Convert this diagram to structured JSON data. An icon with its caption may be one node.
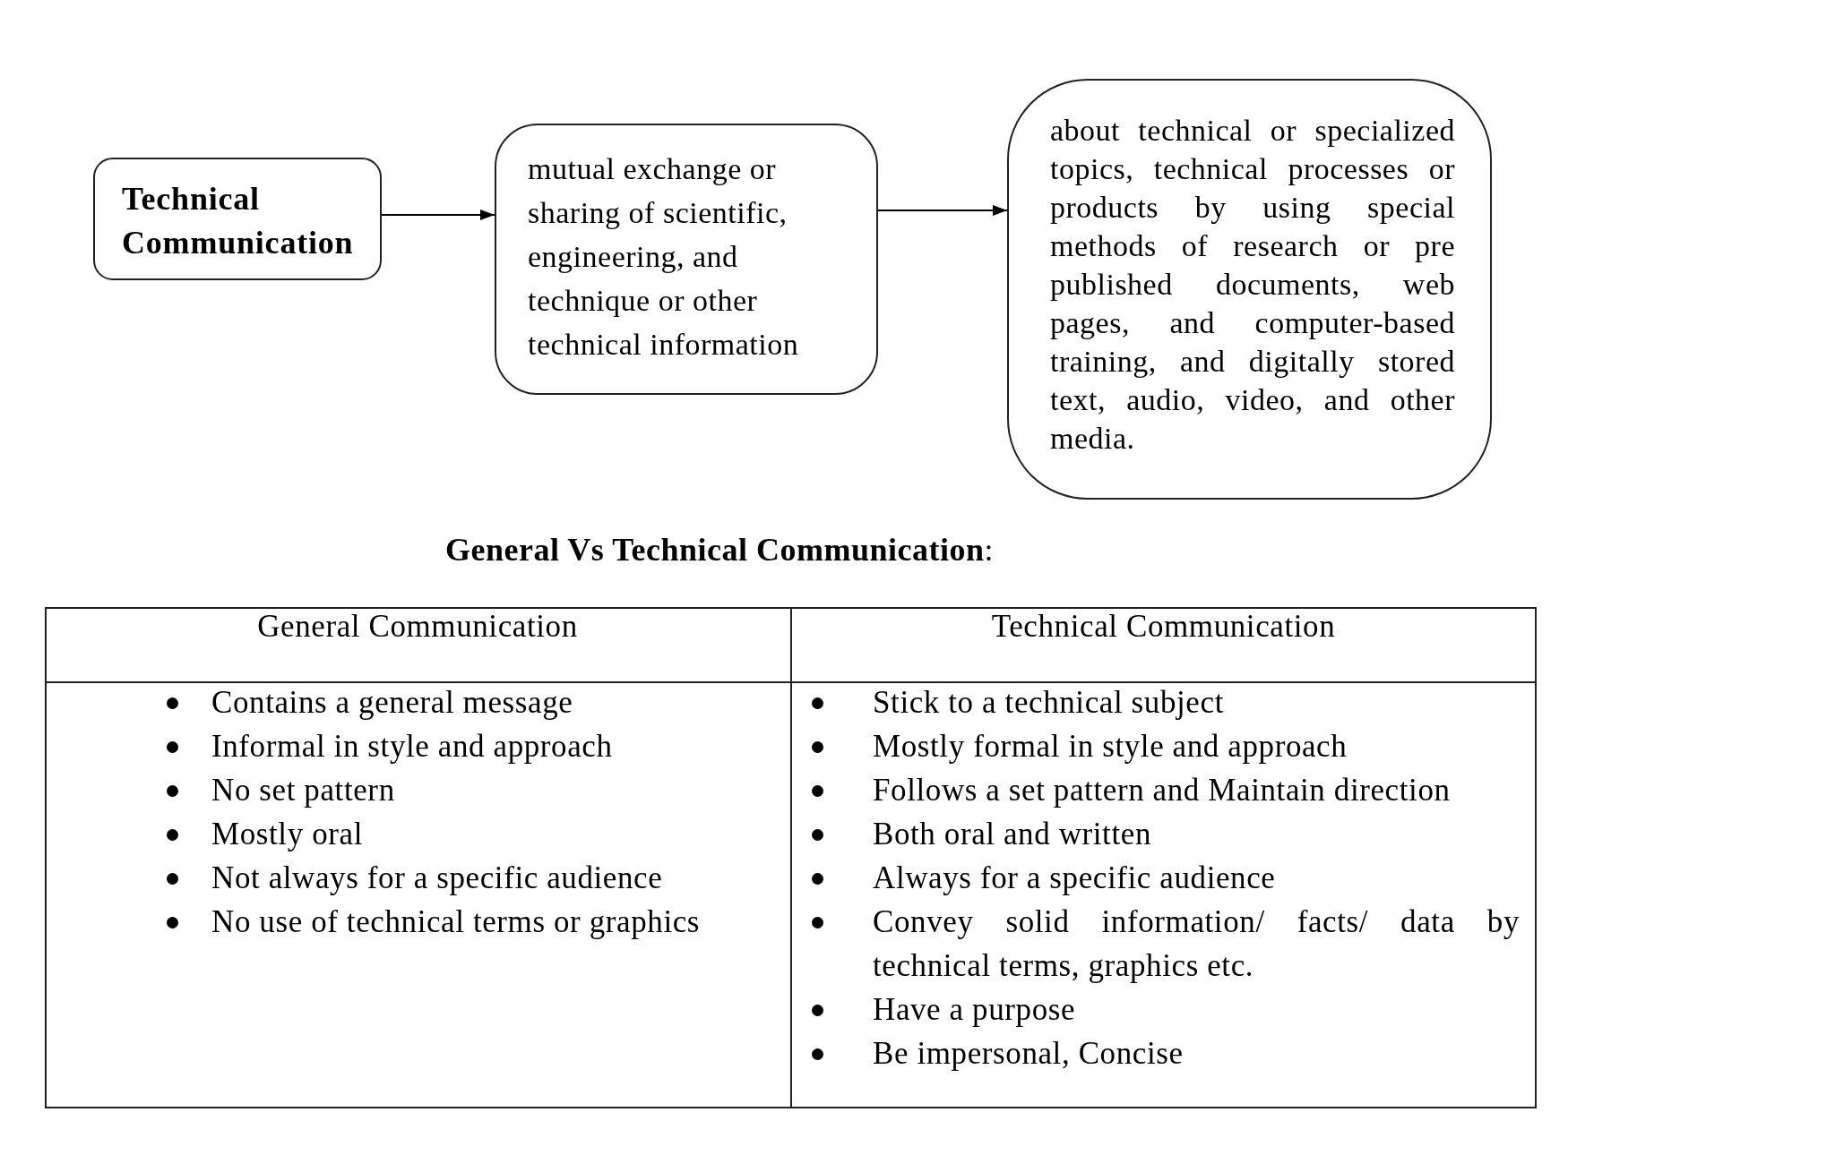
{
  "diagram": {
    "nodes": [
      {
        "text": [
          "Technical Communication"
        ]
      },
      {
        "text": [
          "mutual exchange or sharing of scientific, engineering, and technique or other technical information"
        ]
      },
      {
        "text": [
          "about technical or specialized topics, technical processes or products by using special methods of research or pre published documents, web pages, and computer-based training, and digitally stored text, audio, video, and other media."
        ]
      }
    ],
    "edges": [
      {
        "from": 0,
        "to": 1,
        "arrow": "to"
      },
      {
        "from": 1,
        "to": 2,
        "arrow": "to"
      }
    ],
    "labels": [
      "**General Vs Technical Communication**:",
      "General Communication",
      "Technical Communication",
      "Contains a general message",
      "Informal in style and approach",
      "No set pattern",
      "Mostly oral",
      "Not always for a specific audience",
      "No use of technical terms or graphics",
      "Stick to a technical subject",
      "Mostly formal in style and approach",
      "Follows a set pattern and Maintain direction",
      "Both oral and written",
      "Always for a specific audience",
      "Convey solid information/ facts/ data by technical terms, graphics etc.",
      "Have a purpose",
      "Be impersonal, Concise"
    ]
  }
}
